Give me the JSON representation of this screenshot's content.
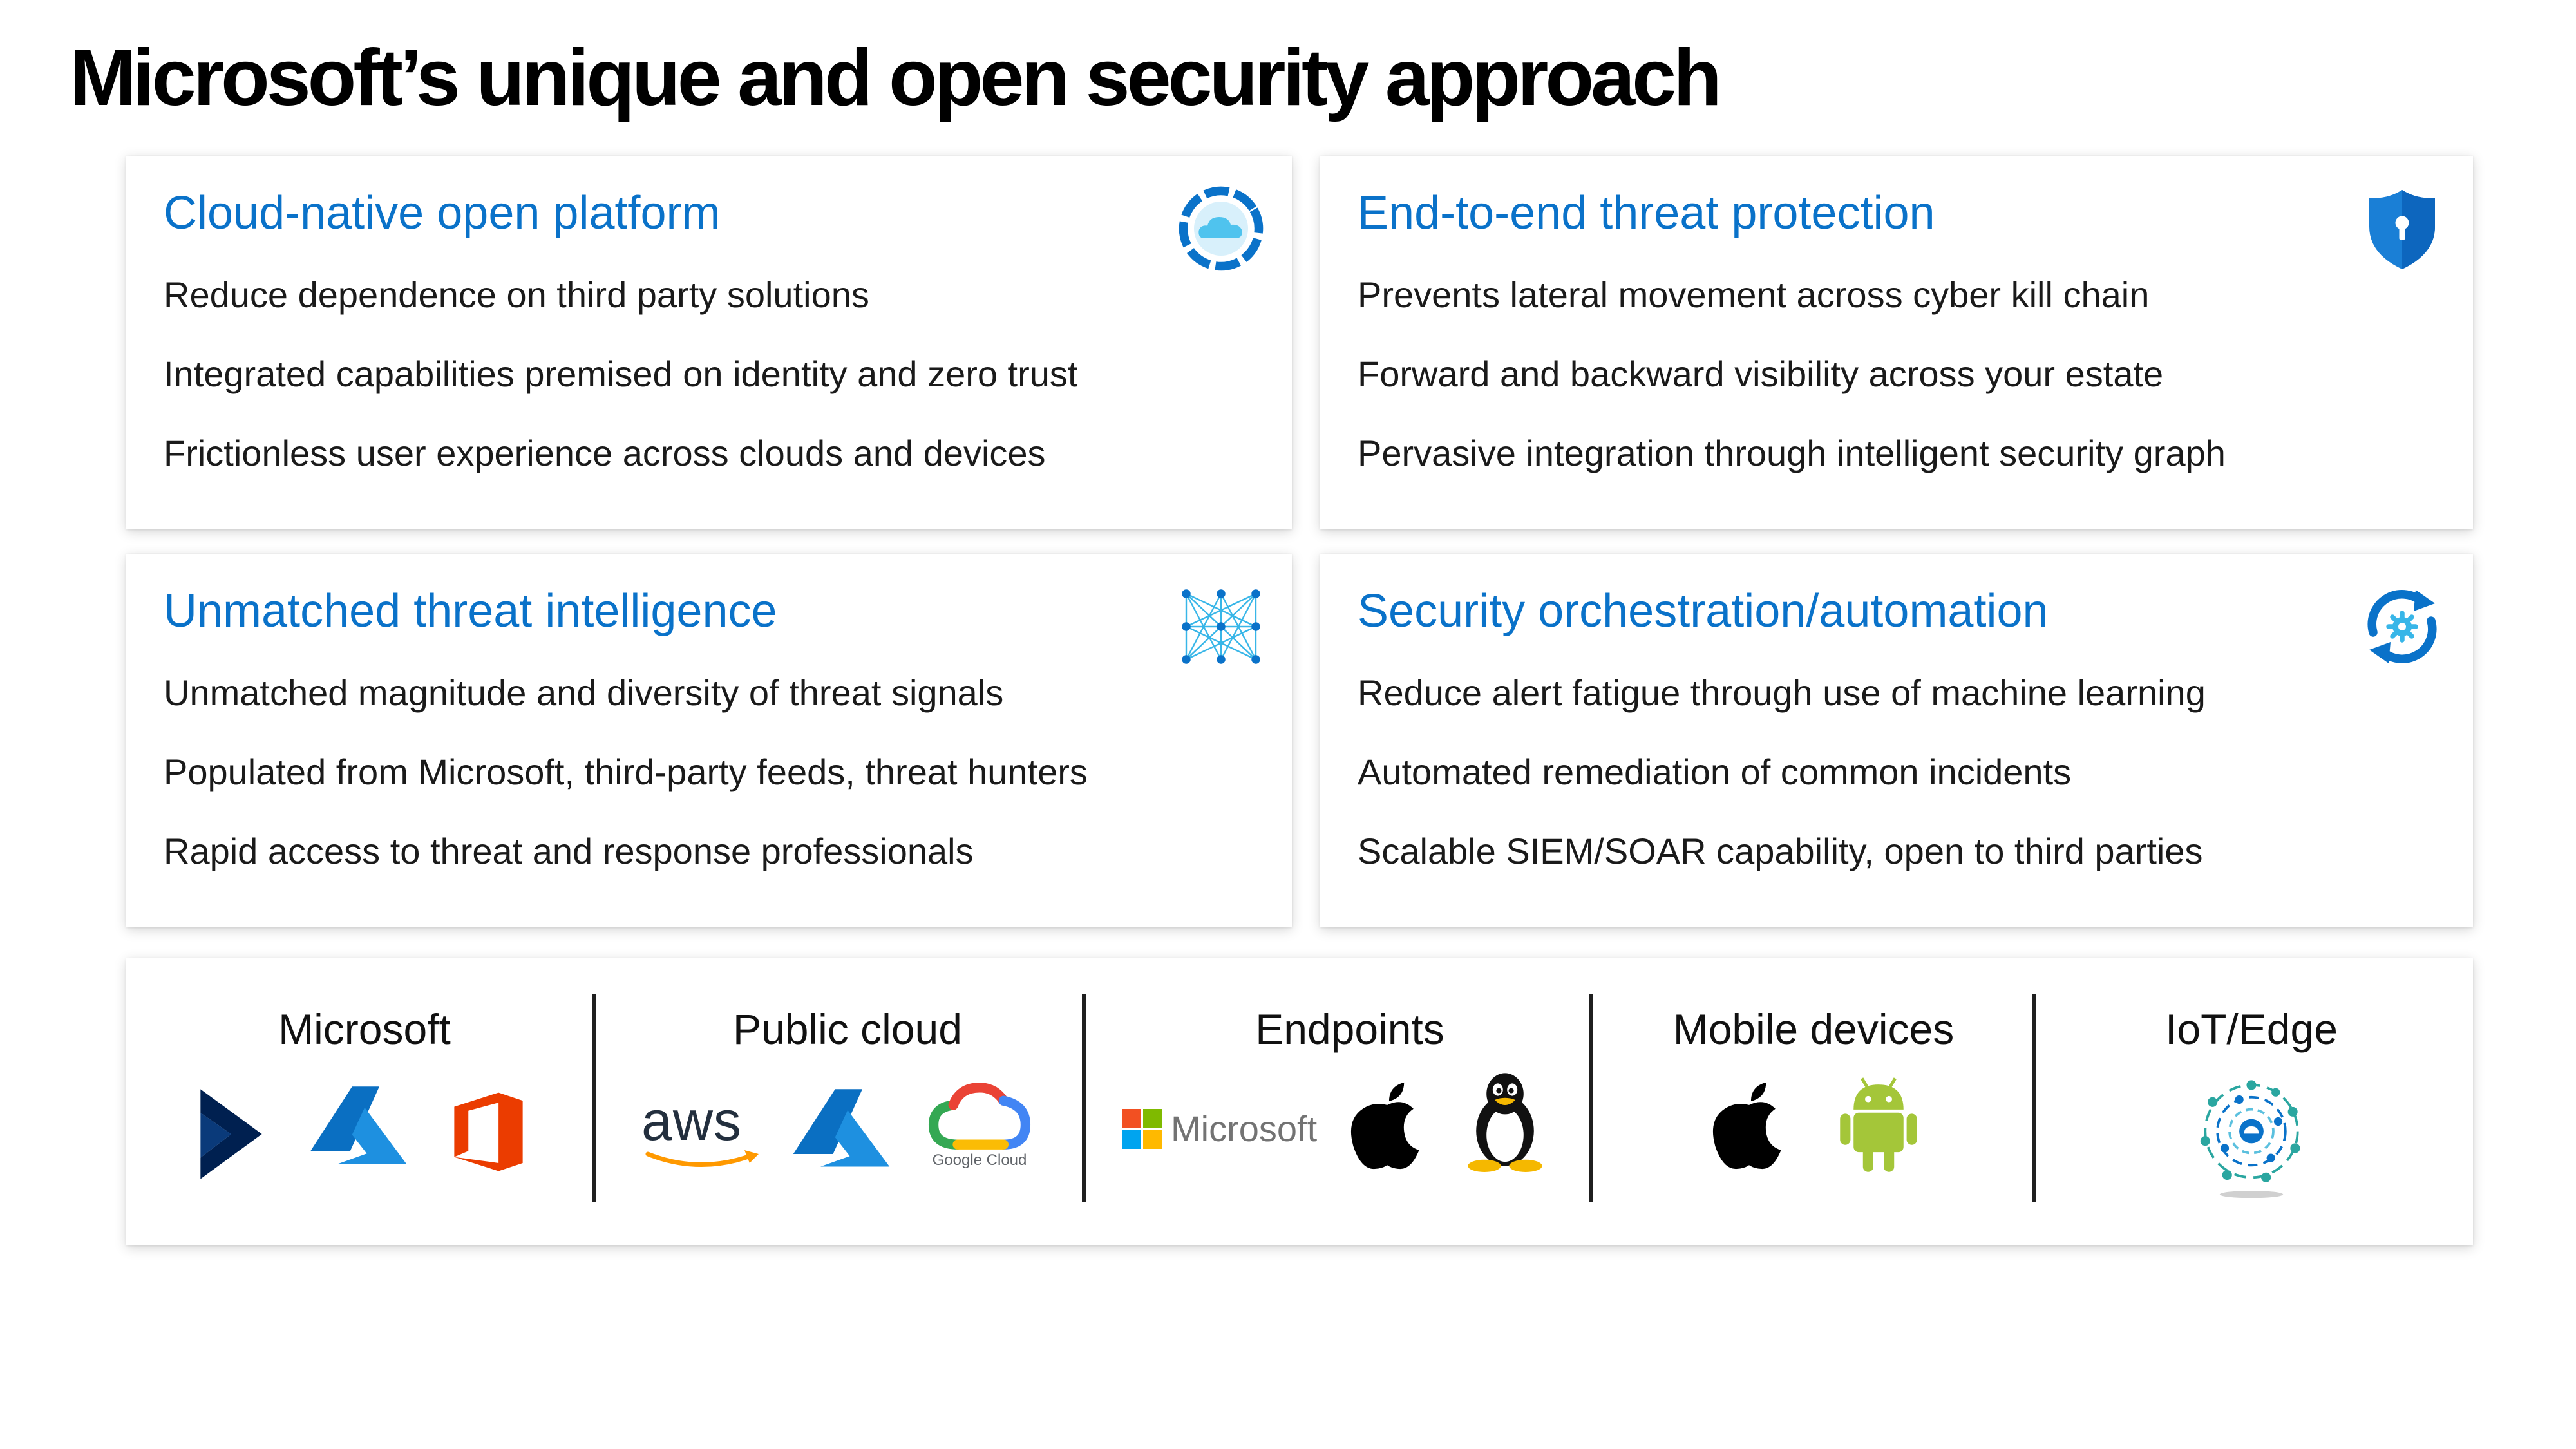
{
  "title": "Microsoft’s unique and open security approach",
  "cards": [
    {
      "title": "Cloud-native open platform",
      "icon": "cloud-icon",
      "items": [
        "Reduce dependence on third party solutions",
        "Integrated capabilities premised on identity and zero trust",
        "Frictionless user experience across clouds and devices"
      ]
    },
    {
      "title": "End-to-end threat protection",
      "icon": "shield-lock-icon",
      "items": [
        "Prevents lateral movement across cyber kill chain",
        "Forward and backward visibility across your estate",
        "Pervasive integration through intelligent security graph"
      ]
    },
    {
      "title": "Unmatched threat intelligence",
      "icon": "network-mesh-icon",
      "items": [
        "Unmatched magnitude and diversity of threat signals",
        "Populated from Microsoft, third-party feeds, threat hunters",
        "Rapid access to threat and response professionals"
      ]
    },
    {
      "title": "Security orchestration/automation",
      "icon": "gear-sync-icon",
      "items": [
        "Reduce alert fatigue through use of machine learning",
        "Automated remediation of common incidents",
        "Scalable SIEM/SOAR capability, open to third parties"
      ]
    }
  ],
  "platforms": [
    {
      "label": "Microsoft",
      "logos": [
        "dynamics-logo",
        "azure-logo",
        "office-logo"
      ]
    },
    {
      "label": "Public cloud",
      "logos": [
        "aws-logo",
        "azure-logo",
        "google-cloud-logo"
      ]
    },
    {
      "label": "Endpoints",
      "logos": [
        "microsoft-logo",
        "apple-logo",
        "linux-tux-logo"
      ]
    },
    {
      "label": "Mobile devices",
      "logos": [
        "apple-logo",
        "android-logo"
      ]
    },
    {
      "label": "IoT/Edge",
      "logos": [
        "iot-network-logo"
      ]
    }
  ],
  "logo_text": {
    "aws": "aws",
    "microsoft": "Microsoft",
    "google_cloud": "Google Cloud"
  },
  "colors": {
    "accent": "#0a72c9",
    "azure": "#0078d4",
    "office": "#eb3c00",
    "dynamics": "#002050",
    "android": "#a4c639",
    "aws_arrow": "#ff9900"
  }
}
